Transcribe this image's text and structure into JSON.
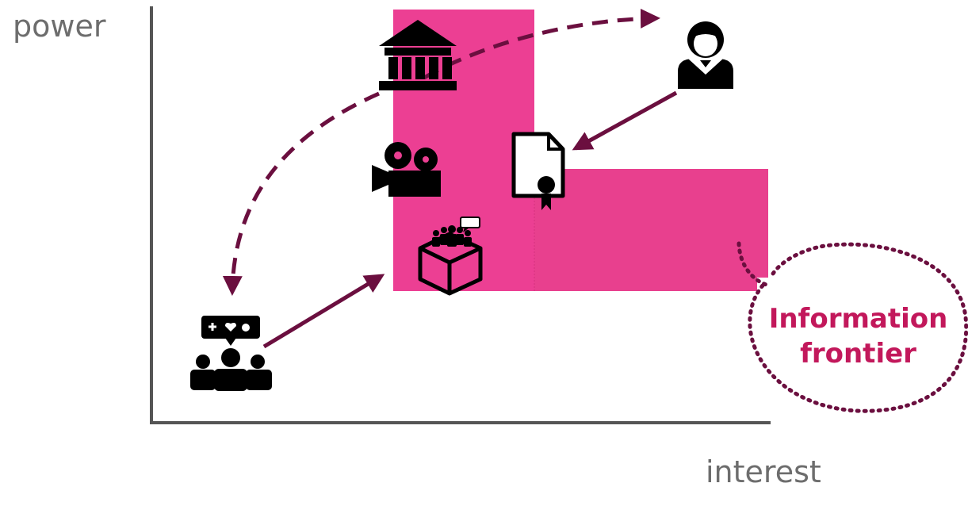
{
  "axes": {
    "y_label": "power",
    "x_label": "interest"
  },
  "callout": {
    "line1": "Information",
    "line2": "frontier"
  },
  "colors": {
    "region": "#ec3f93",
    "arrow": "#6b0f3f",
    "axis": "#555555",
    "callout_text": "#c2185b",
    "icon": "#000000"
  },
  "icons": [
    "bank-icon",
    "film-camera-icon",
    "community-box-icon",
    "certificate-document-icon",
    "expert-person-icon",
    "public-group-icon"
  ]
}
